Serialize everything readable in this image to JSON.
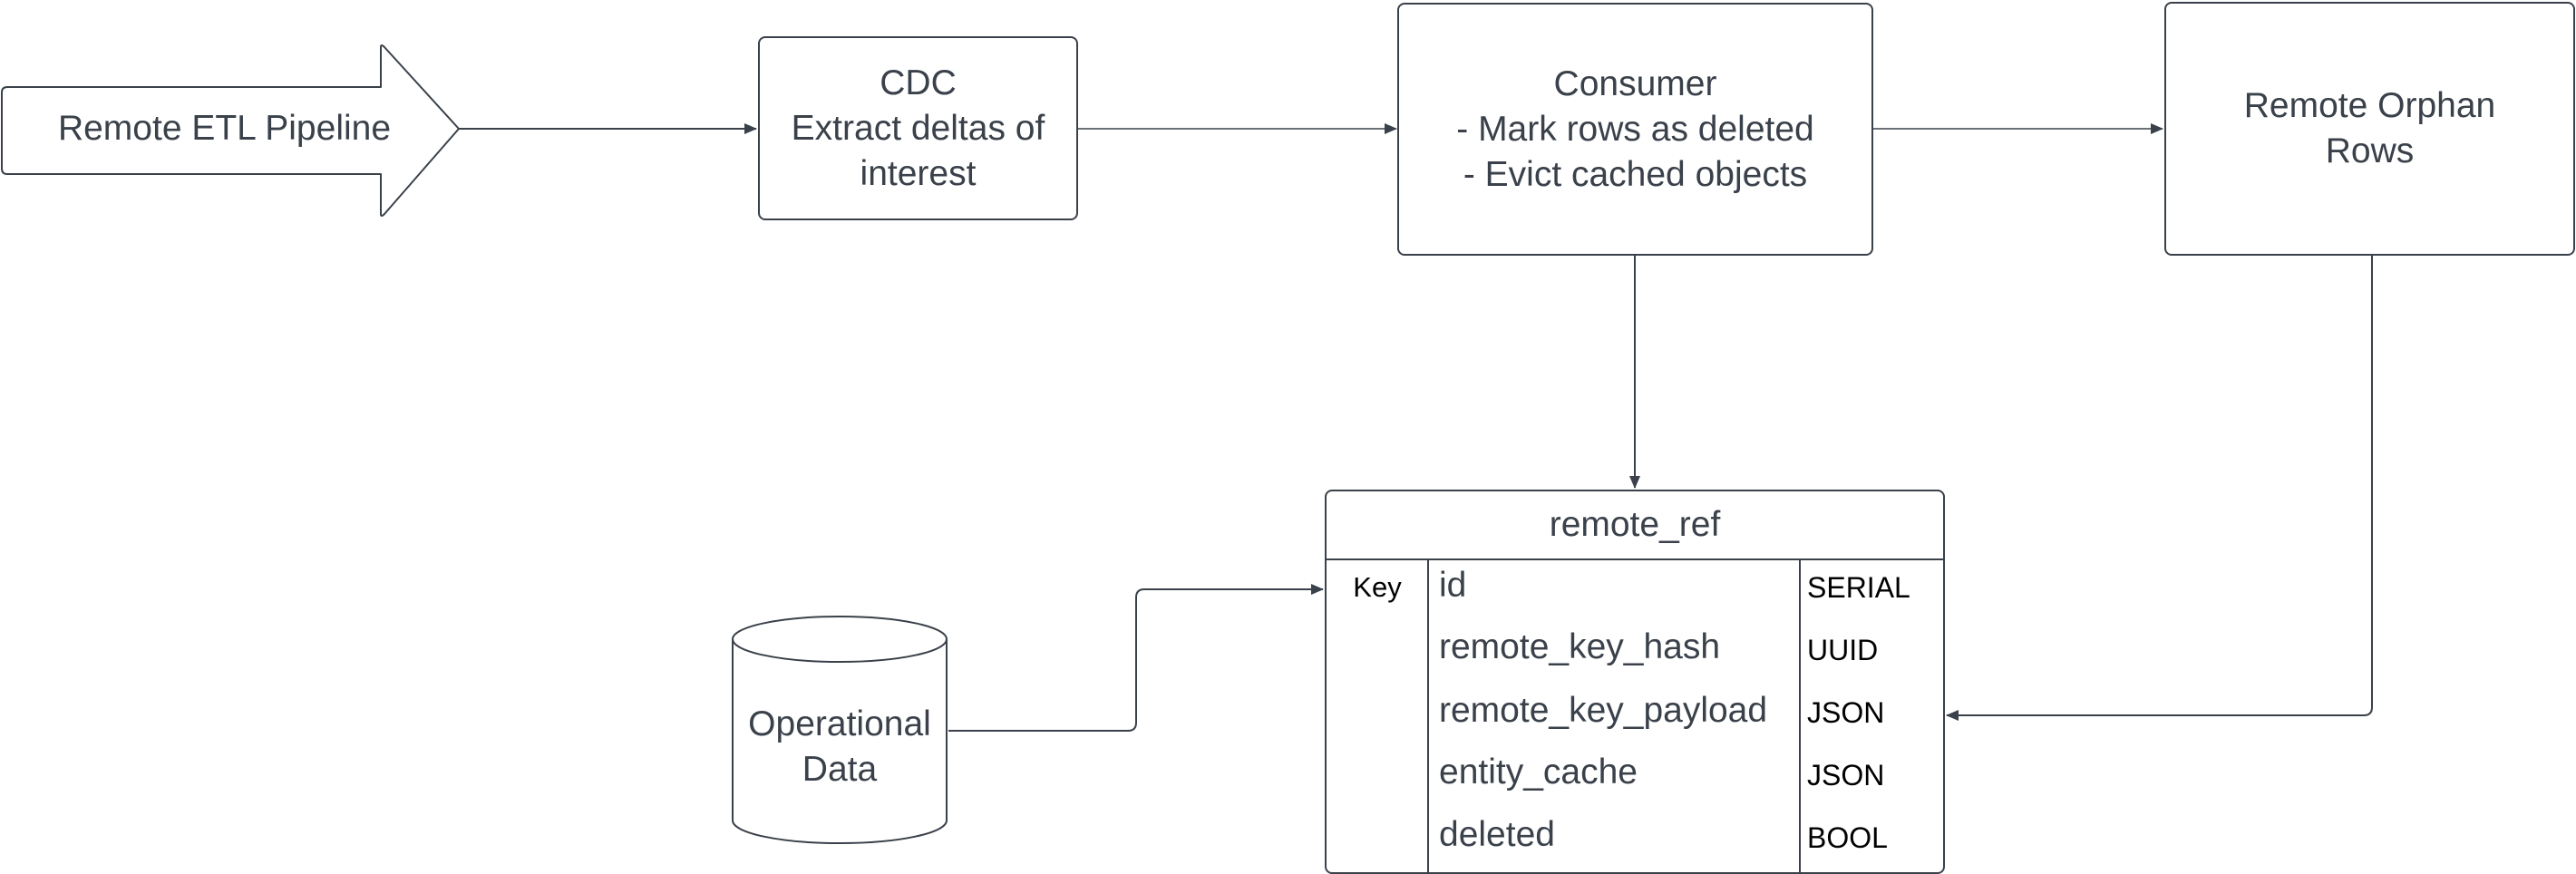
{
  "nodes": {
    "pipeline": "Remote ETL Pipeline",
    "cdc": "CDC\nExtract deltas of\ninterest",
    "consumer": "Consumer\n- Mark rows as deleted\n- Evict cached objects",
    "orphan": "Remote Orphan\nRows",
    "operational": "Operational\nData"
  },
  "table": {
    "name": "remote_ref",
    "key_label": "Key",
    "rows": [
      {
        "field": "id",
        "type": "SERIAL"
      },
      {
        "field": "remote_key_hash",
        "type": "UUID"
      },
      {
        "field": "remote_key_payload",
        "type": "JSON"
      },
      {
        "field": "entity_cache",
        "type": "JSON"
      },
      {
        "field": "deleted",
        "type": "BOOL"
      }
    ]
  },
  "colors": {
    "stroke": "#3a414a",
    "text": "#3a414a",
    "background": "#ffffff"
  }
}
